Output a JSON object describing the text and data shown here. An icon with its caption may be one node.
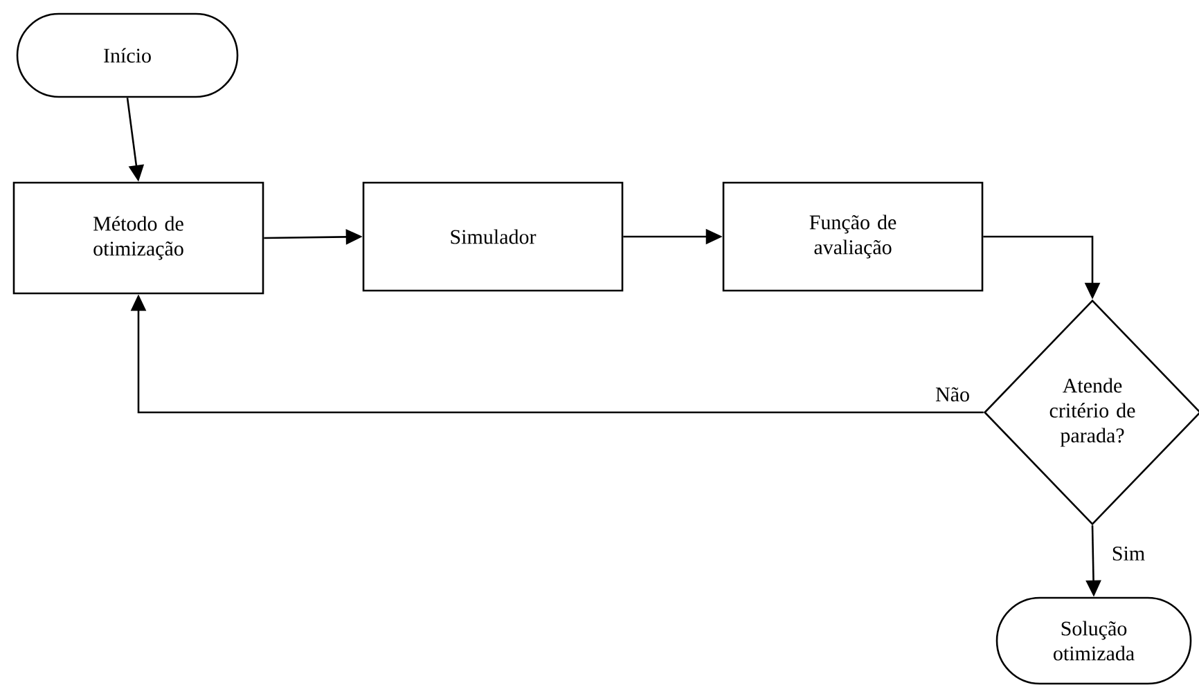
{
  "diagram": {
    "nodes": [
      {
        "text": [
          "Início"
        ]
      },
      {
        "text": [
          "Método de otimização"
        ]
      },
      {
        "text": [
          "Simulador"
        ]
      },
      {
        "text": [
          "Função de avaliação"
        ]
      },
      {
        "text": [
          "Atende critério de parada?"
        ]
      },
      {
        "text": [
          "Solução otimizada"
        ]
      }
    ],
    "edges": [
      {
        "from": 0,
        "to": 1,
        "arrow": "to"
      },
      {
        "from": 1,
        "to": 2,
        "arrow": "to"
      },
      {
        "from": 2,
        "to": 3,
        "arrow": "to"
      },
      {
        "from": 3,
        "to": 4,
        "arrow": "to"
      },
      {
        "from": 4,
        "to": 1,
        "arrow": "to",
        "label": "Não"
      },
      {
        "from": 4,
        "to": 5,
        "arrow": "to",
        "label": "Sim"
      }
    ]
  }
}
